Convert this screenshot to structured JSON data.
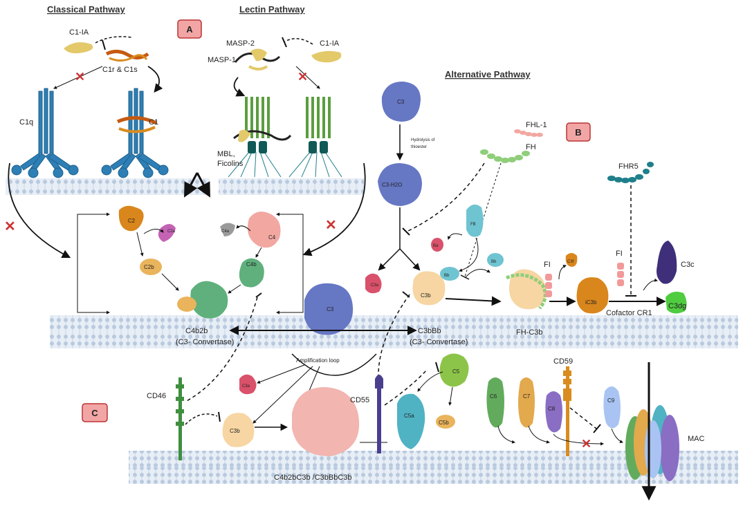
{
  "titles": {
    "classical": "Classical Pathway",
    "lectin": "Lectin Pathway",
    "alternative": "Alternative Pathway"
  },
  "panels": {
    "a": "A",
    "b": "B",
    "c": "C"
  },
  "classical": {
    "c1ia": "C1-IA",
    "c1r_c1s": "C1r & C1s",
    "c1q": "C1q",
    "c1": "C1"
  },
  "lectin": {
    "masp2": "MASP-2",
    "masp1": "MASP-1",
    "c1ia": "C1-IA",
    "mbl": "MBL,",
    "ficolins": "Ficolins"
  },
  "cascade": {
    "c2": "C2",
    "c2a": "C2a",
    "c2b": "C2b",
    "c4": "C4",
    "c4a": "C4a",
    "c4b": "C4b",
    "c3_center": "C3",
    "c4b2b": "C4b2b",
    "c4b2b_sub": "(C3- Convertase)",
    "c3bbb": "C3bBb",
    "c3bbb_sub": "(C3- Convertase)",
    "amplification": "Amplification loop"
  },
  "alternative": {
    "c3": "C3",
    "hydrolysis_1": "Hydrolysis of",
    "hydrolysis_2": "thioester",
    "c3h2o": "C3-H2O",
    "fhl1": "FHL-1",
    "fh": "FH",
    "fhr5": "FHR5",
    "fb": "FB",
    "ba": "Ba",
    "bb1": "Bb",
    "bb2": "Bb",
    "c3a": "C3a",
    "c3b": "C3b",
    "fh_c3b": "FH-C3b",
    "fi1": "FI",
    "fi2": "FI",
    "c3f": "C3f",
    "ic3b": "iC3b",
    "c3c": "C3c",
    "c3dg": "C3dg",
    "cofactor": "Cofactor CR1"
  },
  "terminal": {
    "cd46": "CD46",
    "c3a": "C3a",
    "c3b": "C3b",
    "c4b2bc3b": "C4b2bC3b /C3bBbC3b",
    "cd55": "CD55",
    "c5": "C5",
    "c5a": "C5a",
    "c5b": "C5b",
    "c6": "C6",
    "c7": "C7",
    "c8": "C8",
    "c9": "C9",
    "cd59": "CD59",
    "mac": "MAC"
  },
  "colors": {
    "c1": "#2d7fb5",
    "c2": "#d9861c",
    "c4": "#f2a7a1",
    "c3": "#6677c4",
    "c3b": "#f7d6a3",
    "fh": "#8fce7a",
    "c5": "#8cc449",
    "membrane": "#cbd8e6",
    "panel_box": "#f2a5a5"
  }
}
